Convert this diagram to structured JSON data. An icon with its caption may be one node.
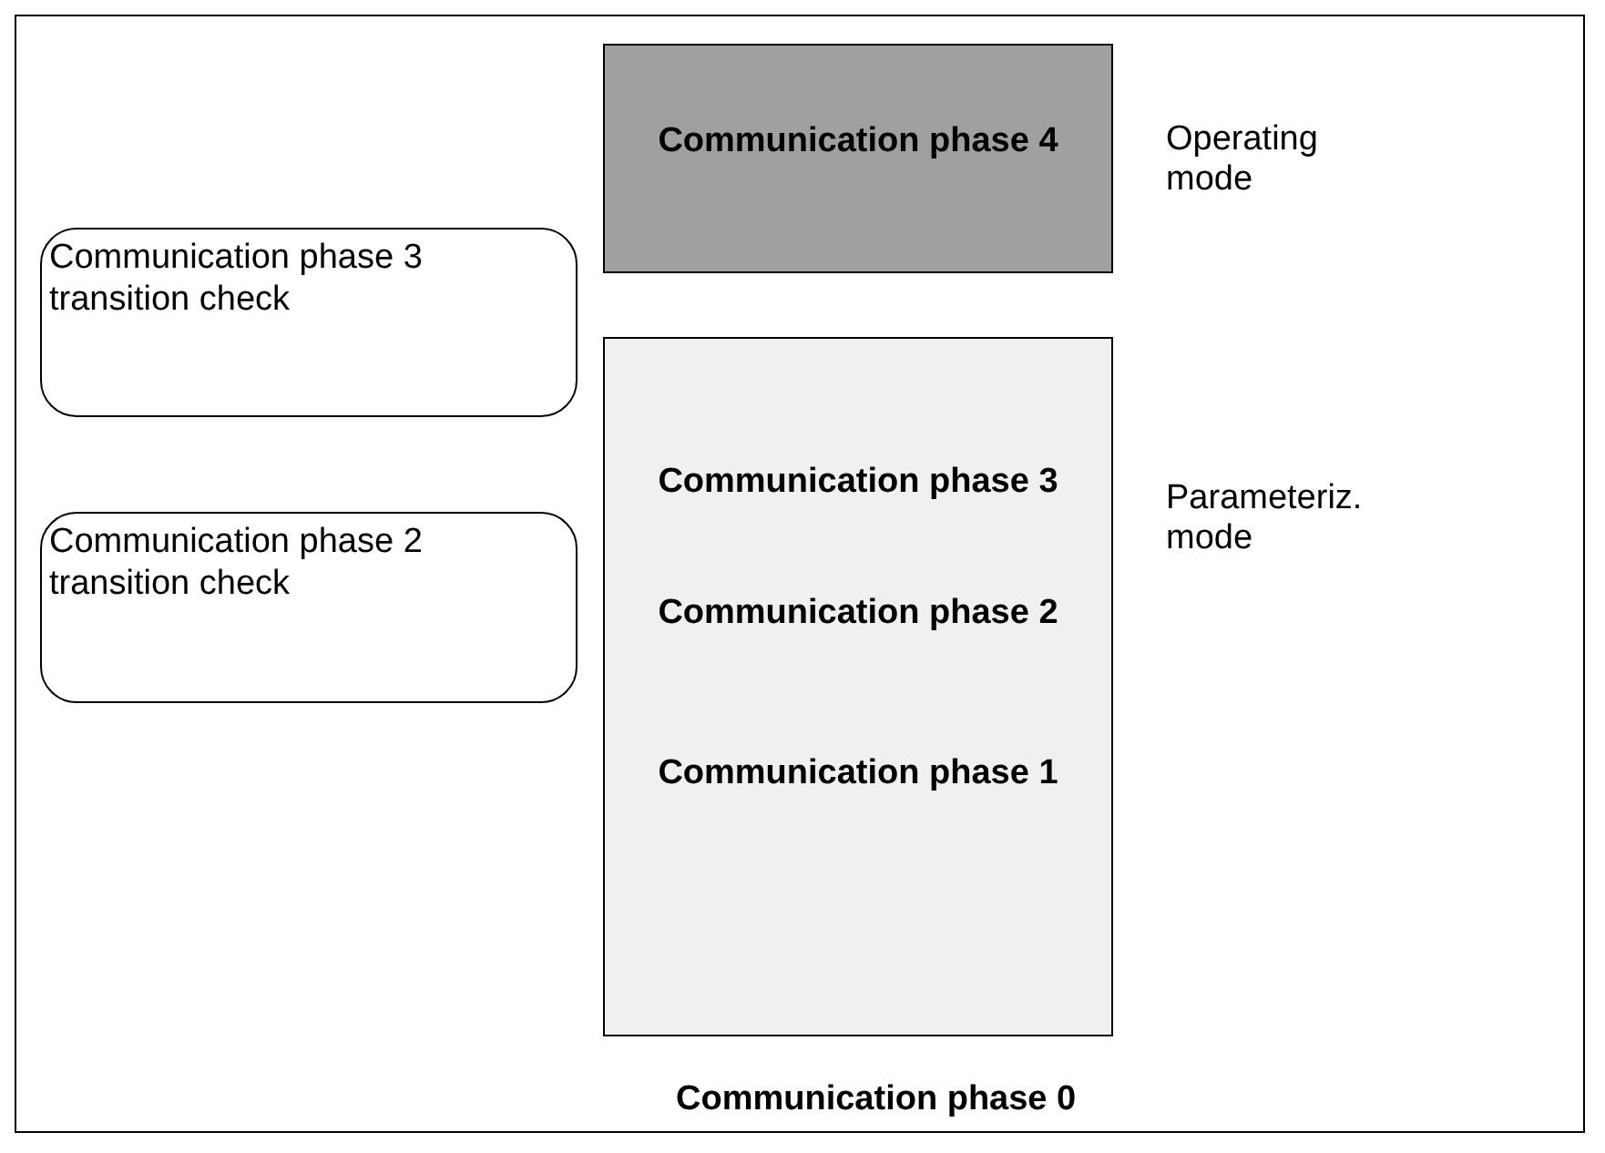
{
  "diagram": {
    "nodes": [
      {
        "text": [
          "Communication phase 4"
        ],
        "beside": [
          "Operating mode"
        ]
      },
      {
        "text": [
          "Communication phase 3",
          "Communication phase 2",
          "Communication phase 1"
        ],
        "beside": [
          "Parameteriz. mode"
        ]
      },
      {
        "text": [
          "Communication phase 3 transition check"
        ]
      },
      {
        "text": [
          "Communication phase 2 transition check"
        ]
      }
    ],
    "edges": [],
    "labels": [
      "Communication phase 0"
    ]
  }
}
